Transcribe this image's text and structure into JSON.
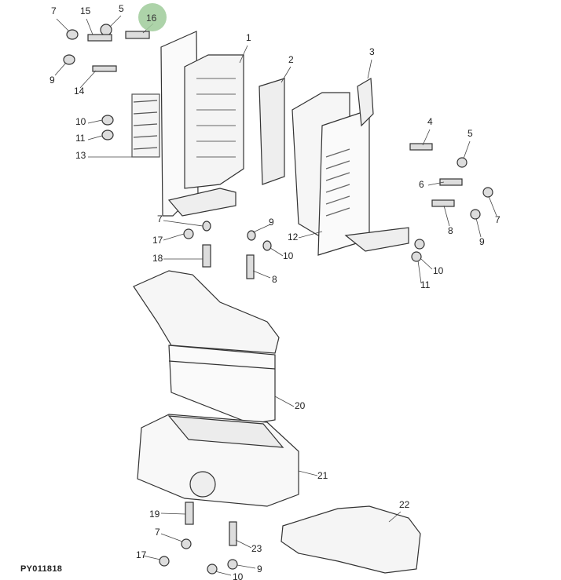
{
  "caption": "PY011818",
  "highlight_label": "16",
  "colors": {
    "highlight": "#9fcb9a",
    "line": "#333333",
    "shade": "#dcdcdc"
  },
  "callouts": [
    "7",
    "15",
    "5",
    "1",
    "9",
    "14",
    "2",
    "3",
    "10",
    "11",
    "13",
    "4",
    "5",
    "6",
    "7",
    "12",
    "8",
    "9",
    "7",
    "9",
    "17",
    "10",
    "18",
    "8",
    "10",
    "11",
    "20",
    "21",
    "22",
    "19",
    "7",
    "23",
    "17",
    "9",
    "10"
  ]
}
